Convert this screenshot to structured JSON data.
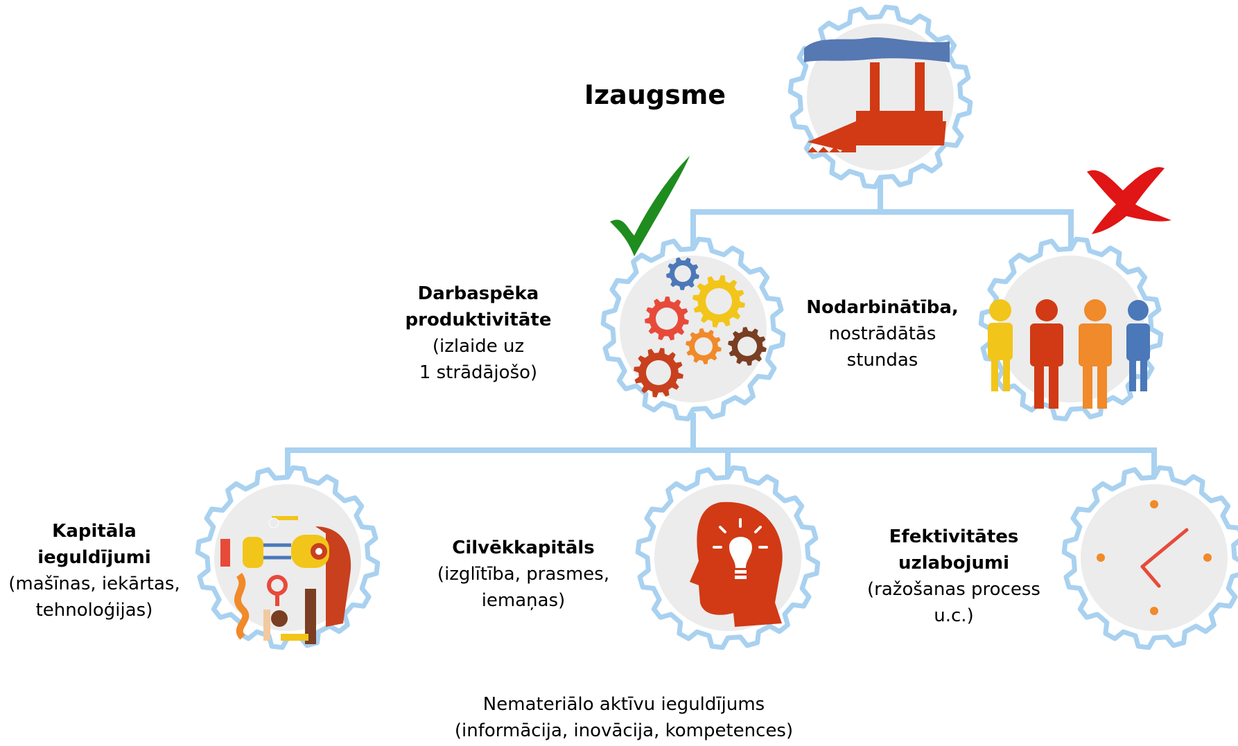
{
  "title": "Izaugsme",
  "nodes": {
    "productivity": {
      "bold": [
        "Darbaspēka",
        "produktivitāte"
      ],
      "normal": [
        "(izlaide uz",
        "1 strādājošo)"
      ]
    },
    "employment": {
      "bold": [
        "Nodarbinātība,"
      ],
      "normal": [
        "nostrādātās",
        "stundas"
      ]
    },
    "capital": {
      "bold": [
        "Kapitāla",
        "ieguldījumi"
      ],
      "normal": [
        "(mašīnas, iekārtas,",
        "tehnoloģijas)"
      ]
    },
    "human": {
      "bold": [
        "Cilvēkkapitāls"
      ],
      "normal": [
        "(izglītība, prasmes,",
        "iemaņas)"
      ]
    },
    "efficiency": {
      "bold": [
        "Efektivitātes",
        "uzlabojumi"
      ],
      "normal": [
        "(ražošanas process",
        "u.c.)"
      ]
    },
    "intangible": {
      "bold": [],
      "normal": [
        "Nemateriālo aktīvu ieguldījums",
        "(informācija, inovācija, kompetences)"
      ]
    }
  },
  "marks": {
    "check": "check-icon",
    "cross": "cross-icon"
  },
  "colors": {
    "connector": "#a9d1f0",
    "gear_rim": "#a9d1f0",
    "gear_fill": "#ececec",
    "check": "#1e8c1e",
    "cross": "#e01515",
    "factory": "#d13a14",
    "sky": "#5678b3"
  }
}
